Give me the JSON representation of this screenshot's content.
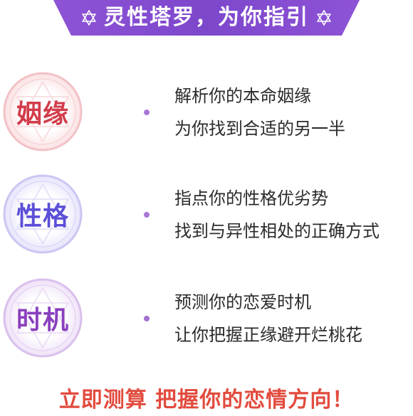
{
  "header": {
    "title": "灵性塔罗，为你指引",
    "star_icon": "star-of-david-icon",
    "background_color": "#8a4fd0"
  },
  "features": [
    {
      "badge": "姻缘",
      "badge_color": "#d23c4a",
      "lines": [
        "解析你的本命姻缘",
        "为你找到合适的另一半"
      ]
    },
    {
      "badge": "性格",
      "badge_color": "#5b4fd8",
      "lines": [
        "指点你的性格优劣势",
        "找到与异性相处的正确方式"
      ]
    },
    {
      "badge": "时机",
      "badge_color": "#8a3fbe",
      "lines": [
        "预测你的恋爱时机",
        "让你把握正缘避开烂桃花"
      ]
    }
  ],
  "cta": {
    "text": "立即测算  把握你的恋情方向！",
    "color": "#e24b3e"
  }
}
